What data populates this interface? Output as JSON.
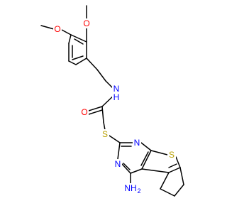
{
  "molecule": {
    "colors": {
      "bond": "#000000",
      "oxygen": "#ff0000",
      "nitrogen": "#0000ff",
      "sulfur": "#b8a000",
      "carbon": "#000000",
      "background": "#ffffff"
    },
    "atom_labels": {
      "O_methoxy_top": "O",
      "O_methoxy_left": "O",
      "N_amide": "N",
      "H_amide": "H",
      "O_carbonyl": "O",
      "S_thioether": "S",
      "N_pyrimidine_upper": "N",
      "N_pyrimidine_lower": "N",
      "S_thiophene": "S",
      "N_amine": "NH",
      "amine_subscript": "2"
    }
  }
}
